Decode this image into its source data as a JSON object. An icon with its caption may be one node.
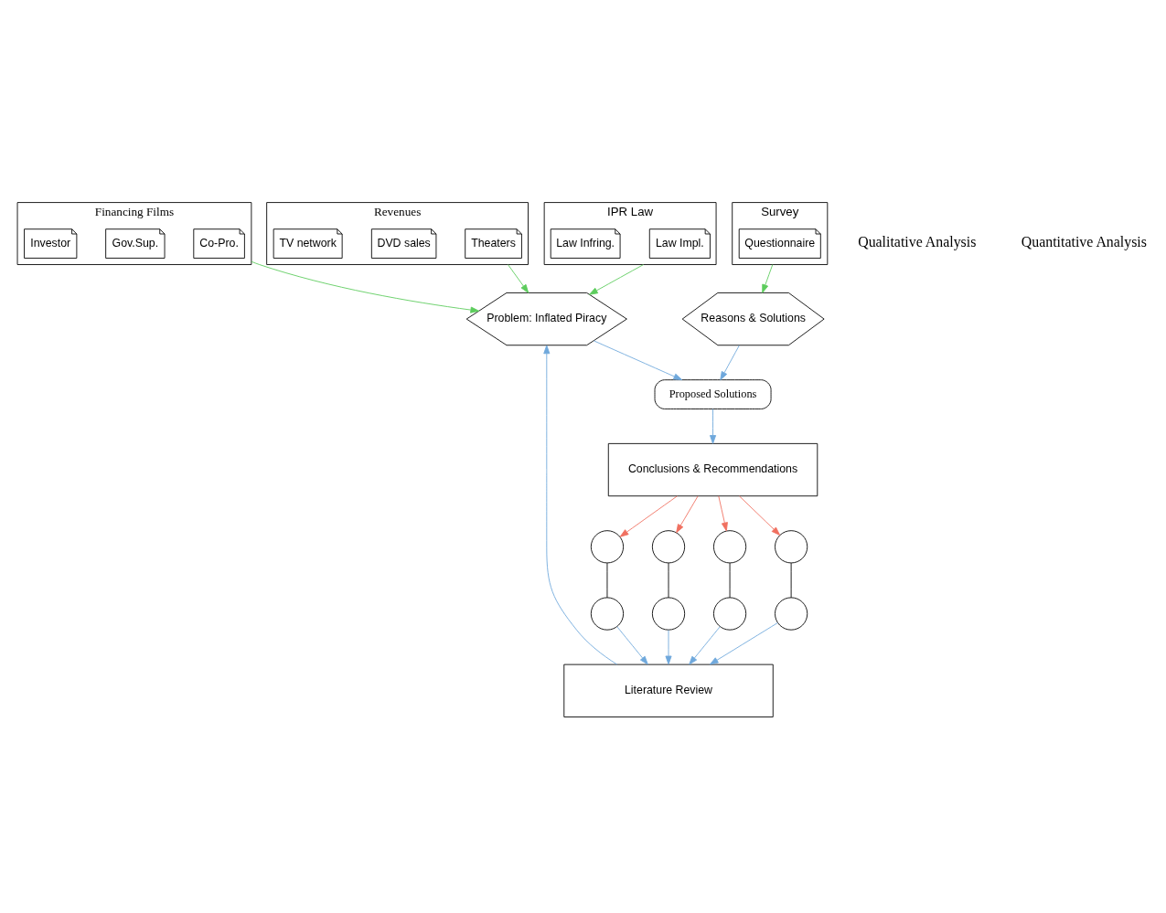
{
  "diagram": {
    "nodes": [
      {
        "text": [
          "Financing Films"
        ]
      },
      {
        "text": [
          "Co-Pro."
        ],
        "in": 0
      },
      {
        "text": [
          "Gov.Sup."
        ],
        "in": 0
      },
      {
        "text": [
          "Investor"
        ],
        "in": 0
      },
      {
        "text": [],
        "shape": "circle"
      },
      {
        "text": [],
        "shape": "circle"
      },
      {
        "text": [
          "Literature Review"
        ]
      },
      {
        "text": [
          "Revenues"
        ]
      },
      {
        "text": [
          "Theaters"
        ],
        "in": 7
      },
      {
        "text": [
          "DVD sales"
        ],
        "in": 7
      },
      {
        "text": [
          "TV network"
        ],
        "in": 7
      },
      {
        "text": [],
        "shape": "circle"
      },
      {
        "text": [],
        "shape": "circle"
      },
      {
        "text": [
          "Problem: Inflated Piracy"
        ]
      },
      {
        "text": [
          "Reasons & Solutions"
        ]
      },
      {
        "text": [
          "Survey"
        ]
      },
      {
        "text": [
          "Questionnaire"
        ],
        "in": 15
      },
      {
        "text": [],
        "shape": "circle"
      },
      {
        "text": [],
        "shape": "circle"
      },
      {
        "text": [
          "Proposed Solutions"
        ]
      },
      {
        "text": [
          "IPR Law"
        ]
      },
      {
        "text": [
          "Law Impl."
        ],
        "in": 20
      },
      {
        "text": [
          "Law Infring."
        ],
        "in": 20
      },
      {
        "text": [],
        "shape": "circle"
      },
      {
        "text": [],
        "shape": "circle"
      },
      {
        "text": [
          "Conclusions & Recommendations"
        ]
      }
    ],
    "edges": [
      {
        "from": 4,
        "to": 5,
        "arrow": "none",
        "color": "#000000"
      },
      {
        "from": 11,
        "to": 12,
        "arrow": "none",
        "color": "#000000"
      },
      {
        "from": 23,
        "to": 24,
        "arrow": "none",
        "color": "#000000"
      },
      {
        "from": 17,
        "to": 18,
        "arrow": "none",
        "color": "#000000"
      },
      {
        "from": 5,
        "to": 6,
        "arrow": "to"
      },
      {
        "from": 12,
        "to": 6,
        "arrow": "to"
      },
      {
        "from": 24,
        "to": 6,
        "arrow": "to"
      },
      {
        "from": 18,
        "to": 6,
        "arrow": "to"
      },
      {
        "from": 6,
        "to": 13,
        "arrow": "to"
      },
      {
        "from": 0,
        "to": 13,
        "arrow": "to",
        "color": "#5ccc5c"
      },
      {
        "from": 7,
        "to": 13,
        "arrow": "to",
        "color": "#5ccc5c"
      },
      {
        "from": 20,
        "to": 13,
        "arrow": "to",
        "color": "#5ccc5c"
      },
      {
        "from": 15,
        "to": 14,
        "arrow": "to",
        "color": "#5ccc5c"
      },
      {
        "from": 13,
        "to": 19,
        "arrow": "to"
      },
      {
        "from": 14,
        "to": 19,
        "arrow": "to"
      },
      {
        "from": 19,
        "to": 25,
        "arrow": "to"
      },
      {
        "from": 25,
        "to": 4,
        "arrow": "to",
        "color": "#f07060"
      },
      {
        "from": 25,
        "to": 11,
        "arrow": "to",
        "color": "#f07060"
      },
      {
        "from": 25,
        "to": 23,
        "arrow": "to",
        "color": "#f07060"
      },
      {
        "from": 25,
        "to": 17,
        "arrow": "to",
        "color": "#f07060"
      }
    ],
    "labels": [
      "Qualitative Analysis",
      "Quantitative Analysis"
    ]
  }
}
